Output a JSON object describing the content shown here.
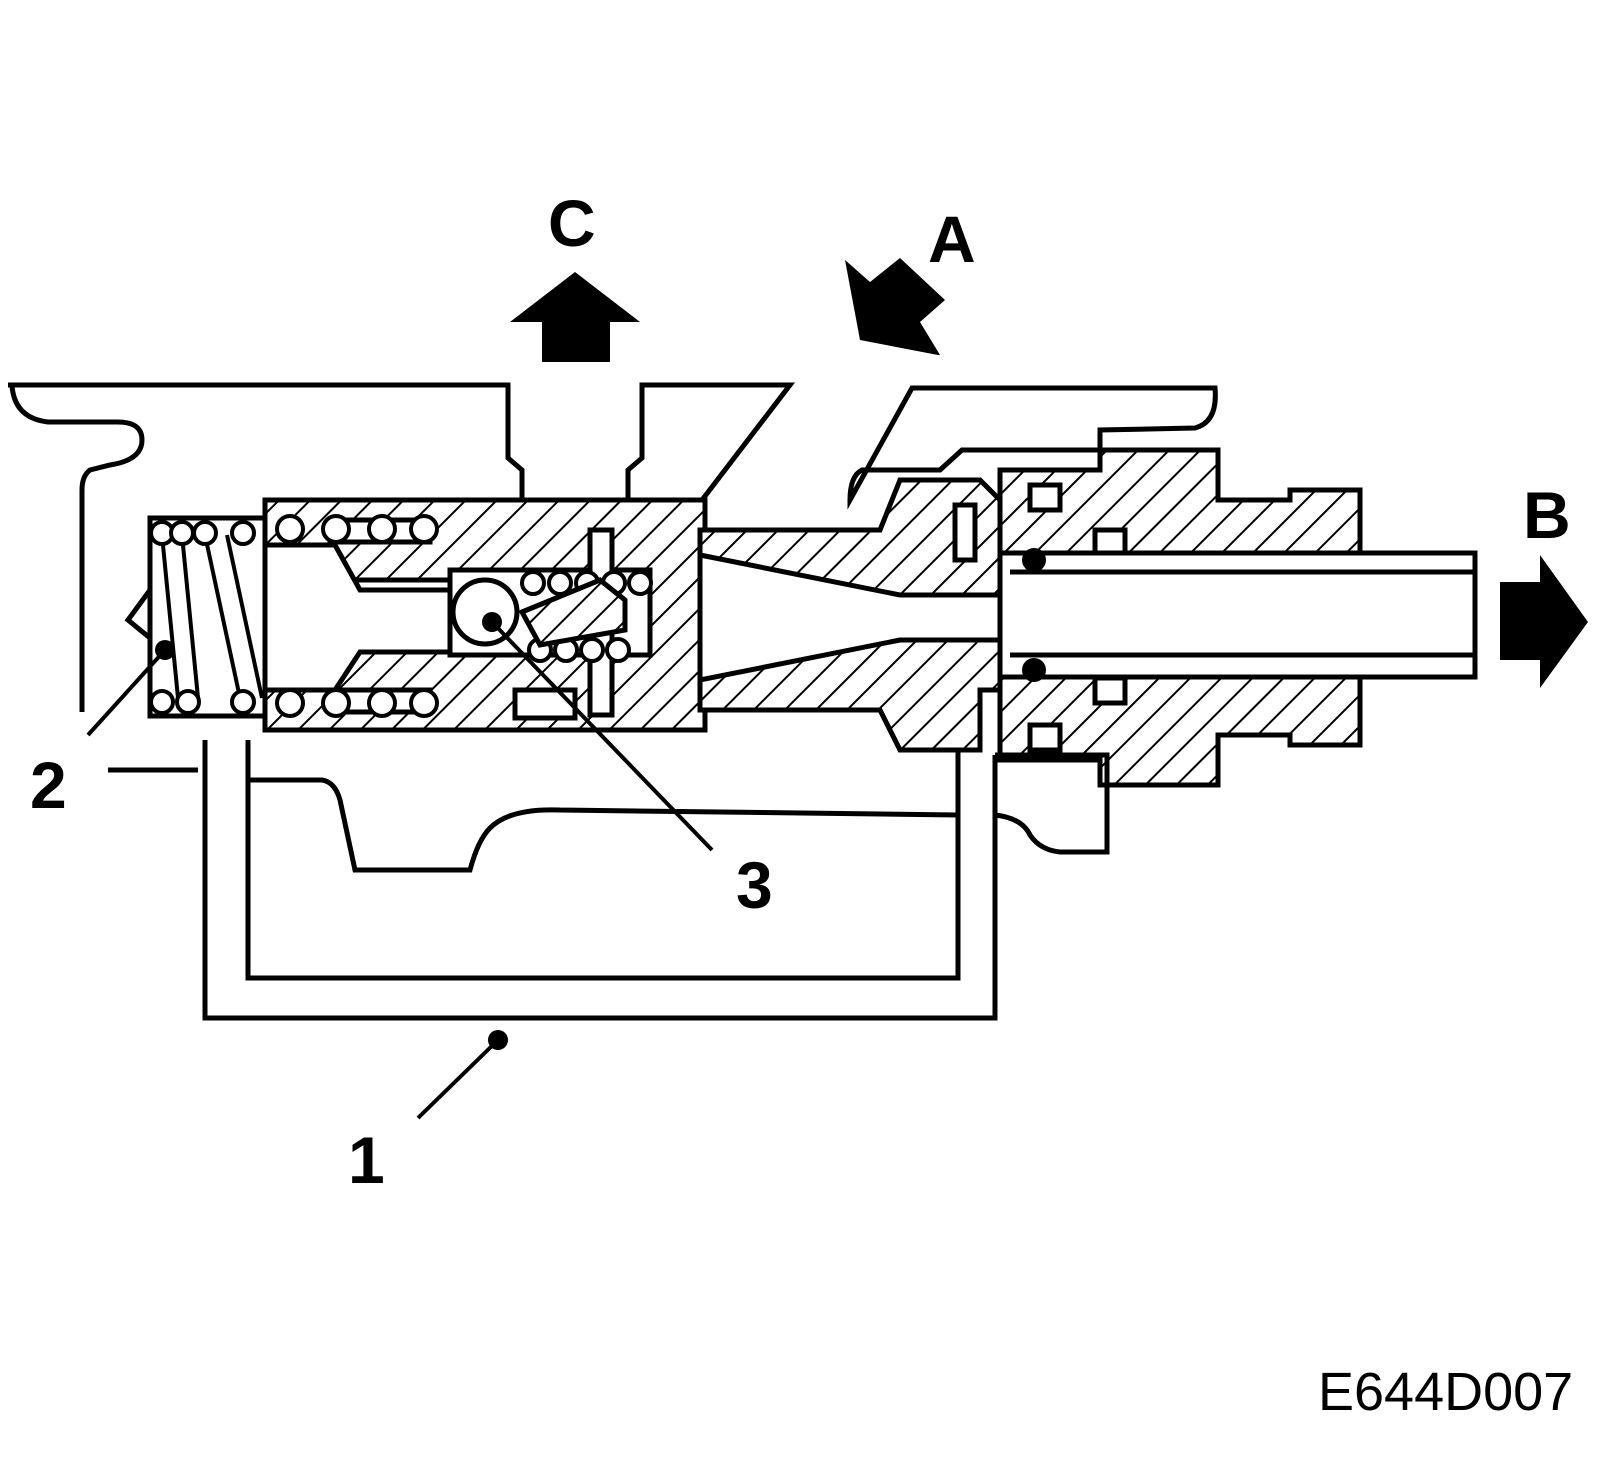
{
  "labels": {
    "port_c": "C",
    "port_a": "A",
    "port_b": "B",
    "callout_1": "1",
    "callout_2": "2",
    "callout_3": "3",
    "figure_code": "E644D007"
  },
  "colors": {
    "ink": "#000000",
    "paper": "#ffffff"
  }
}
